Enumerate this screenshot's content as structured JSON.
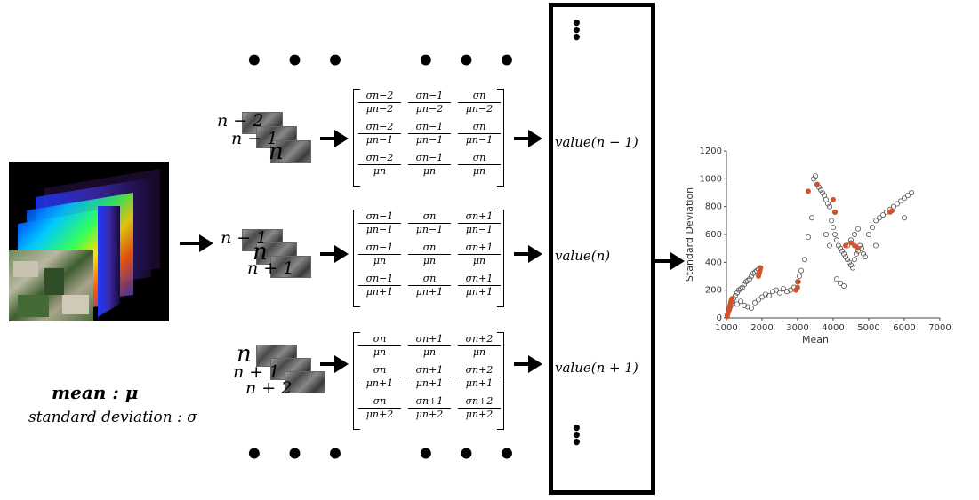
{
  "ellipsis": "• • •",
  "vertical_ellipsis": "•\n•\n•",
  "cube": {
    "name": "hyperspectral-cube"
  },
  "rows": [
    {
      "indices": [
        {
          "text": "n − 2",
          "size": "sm"
        },
        {
          "text": "n − 1",
          "size": "sm"
        },
        {
          "text": "n",
          "size": "lg"
        }
      ],
      "matrix": [
        [
          [
            "σn−2",
            "μn−2"
          ],
          [
            "σn−1",
            "μn−2"
          ],
          [
            "σn",
            "μn−2"
          ]
        ],
        [
          [
            "σn−2",
            "μn−1"
          ],
          [
            "σn−1",
            "μn−1"
          ],
          [
            "σn",
            "μn−1"
          ]
        ],
        [
          [
            "σn−2",
            "μn"
          ],
          [
            "σn−1",
            "μn"
          ],
          [
            "σn",
            "μn"
          ]
        ]
      ],
      "value": "value(n − 1)"
    },
    {
      "indices": [
        {
          "text": "n − 1",
          "size": "sm"
        },
        {
          "text": "n",
          "size": "lg"
        },
        {
          "text": "n + 1",
          "size": "sm"
        }
      ],
      "matrix": [
        [
          [
            "σn−1",
            "μn−1"
          ],
          [
            "σn",
            "μn−1"
          ],
          [
            "σn+1",
            "μn−1"
          ]
        ],
        [
          [
            "σn−1",
            "μn"
          ],
          [
            "σn",
            "μn"
          ],
          [
            "σn+1",
            "μn"
          ]
        ],
        [
          [
            "σn−1",
            "μn+1"
          ],
          [
            "σn",
            "μn+1"
          ],
          [
            "σn+1",
            "μn+1"
          ]
        ]
      ],
      "value": "value(n)"
    },
    {
      "indices": [
        {
          "text": "n",
          "size": "lg"
        },
        {
          "text": "n + 1",
          "size": "sm"
        },
        {
          "text": "n + 2",
          "size": "sm"
        }
      ],
      "matrix": [
        [
          [
            "σn",
            "μn"
          ],
          [
            "σn+1",
            "μn"
          ],
          [
            "σn+2",
            "μn"
          ]
        ],
        [
          [
            "σn",
            "μn+1"
          ],
          [
            "σn+1",
            "μn+1"
          ],
          [
            "σn+2",
            "μn+1"
          ]
        ],
        [
          [
            "σn",
            "μn+2"
          ],
          [
            "σn+1",
            "μn+2"
          ],
          [
            "σn+2",
            "μn+2"
          ]
        ]
      ],
      "value": "value(n + 1)"
    }
  ],
  "legend": {
    "mean": "mean : μ",
    "std": "standard deviation : σ"
  },
  "chart_data": {
    "type": "scatter",
    "xlabel": "Mean",
    "ylabel": "Standard Deviation",
    "xlim": [
      1000,
      7000
    ],
    "ylim": [
      0,
      1200
    ],
    "xticks": [
      1000,
      2000,
      3000,
      4000,
      5000,
      6000,
      7000
    ],
    "yticks": [
      0,
      200,
      400,
      600,
      800,
      1000,
      1200
    ],
    "grid": false,
    "series": [
      {
        "marker": "open-circle",
        "color": "#555555",
        "points": [
          [
            1020,
            20
          ],
          [
            1050,
            40
          ],
          [
            1080,
            60
          ],
          [
            1110,
            80
          ],
          [
            1140,
            100
          ],
          [
            1170,
            120
          ],
          [
            1200,
            140
          ],
          [
            1250,
            160
          ],
          [
            1300,
            180
          ],
          [
            1350,
            200
          ],
          [
            1400,
            210
          ],
          [
            1450,
            220
          ],
          [
            1500,
            240
          ],
          [
            1550,
            260
          ],
          [
            1600,
            270
          ],
          [
            1650,
            280
          ],
          [
            1700,
            300
          ],
          [
            1750,
            320
          ],
          [
            1800,
            330
          ],
          [
            1850,
            340
          ],
          [
            1900,
            350
          ],
          [
            1950,
            360
          ],
          [
            1300,
            100
          ],
          [
            1400,
            120
          ],
          [
            1500,
            90
          ],
          [
            1600,
            80
          ],
          [
            1700,
            70
          ],
          [
            1800,
            110
          ],
          [
            1900,
            130
          ],
          [
            2000,
            150
          ],
          [
            2100,
            170
          ],
          [
            2200,
            160
          ],
          [
            2300,
            190
          ],
          [
            2400,
            200
          ],
          [
            2500,
            180
          ],
          [
            2600,
            210
          ],
          [
            2700,
            190
          ],
          [
            2800,
            200
          ],
          [
            2900,
            220
          ],
          [
            3000,
            260
          ],
          [
            3050,
            300
          ],
          [
            3100,
            340
          ],
          [
            3200,
            420
          ],
          [
            3300,
            580
          ],
          [
            3400,
            720
          ],
          [
            3450,
            1000
          ],
          [
            3500,
            1020
          ],
          [
            3550,
            960
          ],
          [
            3600,
            940
          ],
          [
            3650,
            920
          ],
          [
            3700,
            900
          ],
          [
            3750,
            880
          ],
          [
            3800,
            850
          ],
          [
            3850,
            820
          ],
          [
            3900,
            800
          ],
          [
            4000,
            650
          ],
          [
            4050,
            600
          ],
          [
            4100,
            560
          ],
          [
            4150,
            520
          ],
          [
            4200,
            500
          ],
          [
            4250,
            480
          ],
          [
            4300,
            460
          ],
          [
            4350,
            440
          ],
          [
            4400,
            420
          ],
          [
            4450,
            400
          ],
          [
            4500,
            380
          ],
          [
            4550,
            360
          ],
          [
            4600,
            420
          ],
          [
            4650,
            460
          ],
          [
            4700,
            480
          ],
          [
            4750,
            520
          ],
          [
            4800,
            500
          ],
          [
            4850,
            460
          ],
          [
            4900,
            440
          ],
          [
            5000,
            600
          ],
          [
            5100,
            650
          ],
          [
            5200,
            700
          ],
          [
            5300,
            720
          ],
          [
            5400,
            740
          ],
          [
            5500,
            760
          ],
          [
            5600,
            780
          ],
          [
            5700,
            800
          ],
          [
            5800,
            820
          ],
          [
            5900,
            840
          ],
          [
            6000,
            860
          ],
          [
            6100,
            880
          ],
          [
            6200,
            900
          ],
          [
            4200,
            250
          ],
          [
            4300,
            230
          ],
          [
            4100,
            280
          ],
          [
            3900,
            520
          ],
          [
            3800,
            600
          ],
          [
            3950,
            700
          ],
          [
            4050,
            760
          ],
          [
            5200,
            520
          ],
          [
            6000,
            720
          ],
          [
            4400,
            520
          ],
          [
            4500,
            560
          ],
          [
            4600,
            600
          ],
          [
            4700,
            640
          ]
        ]
      },
      {
        "marker": "filled-circle",
        "color": "#d2542c",
        "points": [
          [
            1020,
            10
          ],
          [
            1040,
            30
          ],
          [
            1060,
            50
          ],
          [
            1080,
            70
          ],
          [
            1100,
            90
          ],
          [
            1120,
            110
          ],
          [
            1140,
            130
          ],
          [
            1160,
            140
          ],
          [
            1900,
            300
          ],
          [
            1920,
            320
          ],
          [
            1940,
            340
          ],
          [
            1960,
            360
          ],
          [
            2950,
            200
          ],
          [
            3000,
            220
          ],
          [
            3020,
            260
          ],
          [
            3300,
            910
          ],
          [
            3550,
            960
          ],
          [
            4000,
            850
          ],
          [
            4050,
            760
          ],
          [
            4500,
            540
          ],
          [
            4600,
            520
          ],
          [
            4700,
            500
          ],
          [
            4350,
            520
          ],
          [
            5600,
            760
          ],
          [
            5650,
            770
          ]
        ]
      }
    ]
  }
}
